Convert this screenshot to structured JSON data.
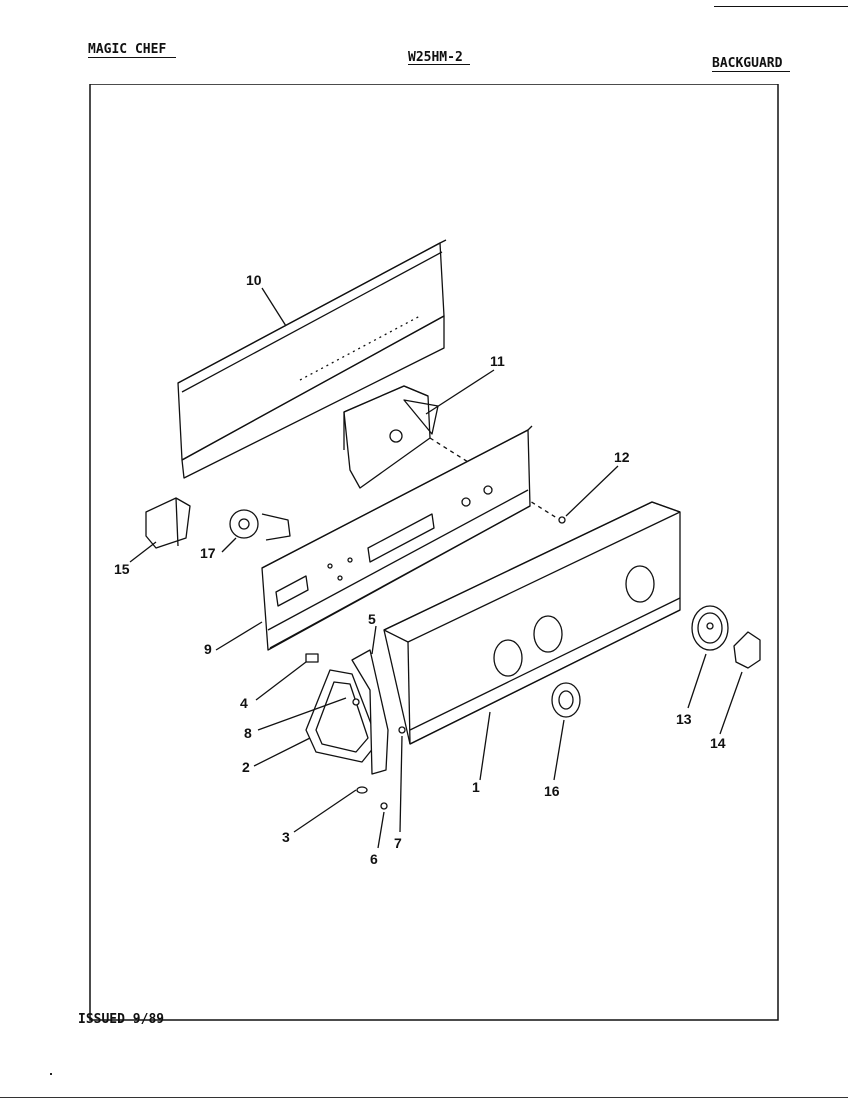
{
  "header": {
    "brand": "MAGIC CHEF",
    "model": "W25HM-2",
    "section": "BACKGUARD"
  },
  "footer": {
    "issued": "ISSUED 9/89"
  },
  "callouts": {
    "c1": "1",
    "c2": "2",
    "c3": "3",
    "c4": "4",
    "c5": "5",
    "c6": "6",
    "c7": "7",
    "c8": "8",
    "c9": "9",
    "c10": "10",
    "c11": "11",
    "c12": "12",
    "c13": "13",
    "c14": "14",
    "c15": "15",
    "c16": "16",
    "c17": "17"
  },
  "colors": {
    "ink": "#111111",
    "paper": "#ffffff"
  }
}
